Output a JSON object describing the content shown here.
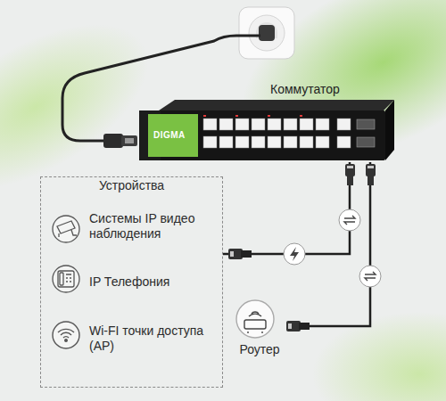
{
  "diagram": {
    "nodes": [
      {
        "text": [
          "Коммутатор"
        ]
      },
      {
        "text": [
          "Устройства"
        ]
      },
      {
        "text": [
          "Системы IP видео наблюдения"
        ],
        "in": 1
      },
      {
        "text": [
          "IP Телефония"
        ],
        "in": 1
      },
      {
        "text": [
          "Wi-FI точки доступа (AP)"
        ],
        "in": 1
      },
      {
        "text": [
          "Роутер"
        ]
      }
    ],
    "edges": [
      {
        "from": 0,
        "to": 1,
        "arrow": "none"
      },
      {
        "from": 0,
        "to": 5,
        "arrow": "none"
      }
    ],
    "labels": [
      "DIGMA"
    ]
  }
}
